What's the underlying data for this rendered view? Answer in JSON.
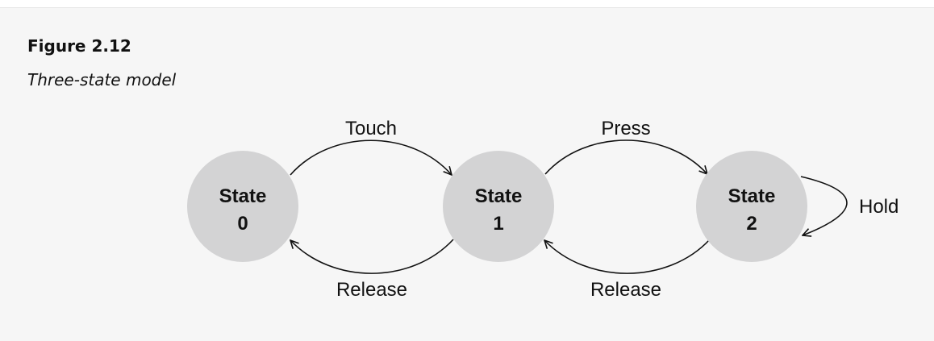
{
  "figure": {
    "label": "Figure 2.12",
    "caption": "Three-state model"
  },
  "diagram": {
    "nodes": [
      {
        "id": "s0",
        "line1": "State",
        "line2": "0"
      },
      {
        "id": "s1",
        "line1": "State",
        "line2": "1"
      },
      {
        "id": "s2",
        "line1": "State",
        "line2": "2"
      }
    ],
    "edges": [
      {
        "from": "s0",
        "to": "s1",
        "label": "Touch"
      },
      {
        "from": "s1",
        "to": "s0",
        "label": "Release"
      },
      {
        "from": "s1",
        "to": "s2",
        "label": "Press"
      },
      {
        "from": "s2",
        "to": "s1",
        "label": "Release"
      },
      {
        "from": "s2",
        "to": "s2",
        "label": "Hold"
      }
    ]
  },
  "colors": {
    "background": "#f6f6f6",
    "node_fill": "#d3d3d4",
    "text": "#111111",
    "edge": "#111111"
  }
}
